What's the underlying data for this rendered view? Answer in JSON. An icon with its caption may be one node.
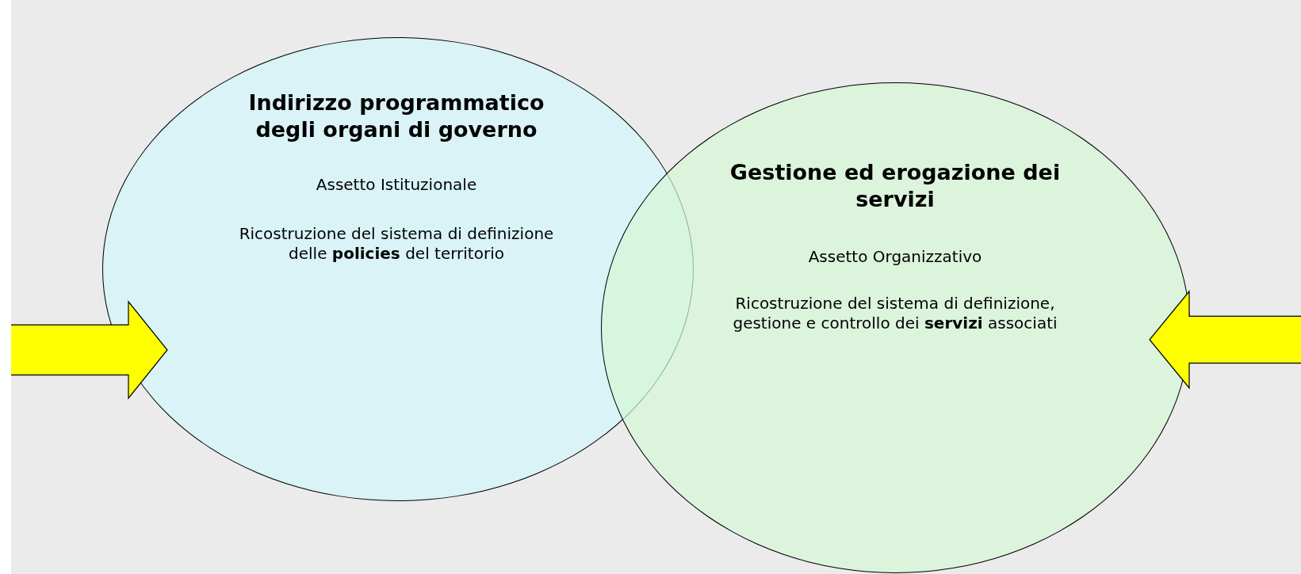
{
  "diagram": {
    "nodes": [
      {
        "text": [
          "Indirizzo programmatico degli organi di governo",
          "Assetto Istituzionale",
          "Ricostruzione del sistema di definizione delle **policies** del territorio"
        ]
      },
      {
        "text": [
          "Gestione ed erogazione dei servizi",
          "Assetto Organizzativo",
          "Ricostruzione del sistema di definizione, gestione e controllo dei **servizi** associati"
        ]
      }
    ],
    "edges": [
      {
        "from": null,
        "to": 0,
        "arrow": "to"
      },
      {
        "from": null,
        "to": 1,
        "arrow": "to"
      }
    ]
  }
}
